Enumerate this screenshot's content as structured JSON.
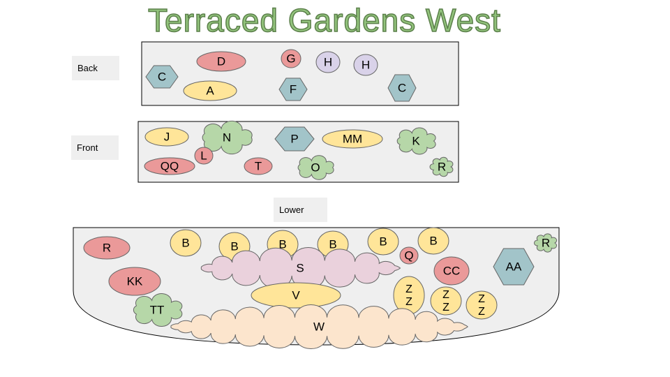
{
  "title": "Terraced Gardens West",
  "sections": {
    "back": "Back",
    "front": "Front",
    "lower": "Lower"
  },
  "colors": {
    "red": "#ea9999",
    "yellow": "#ffe599",
    "purple": "#d9d2e9",
    "teal": "#a2c4c9",
    "green": "#b6d7a8",
    "pink": "#ead1dc",
    "peach": "#fce5cd",
    "bed": "#efefef"
  },
  "plants": {
    "back": [
      "C",
      "D",
      "A",
      "G",
      "F",
      "H",
      "H",
      "C"
    ],
    "front": [
      "J",
      "N",
      "L",
      "QQ",
      "T",
      "P",
      "MM",
      "O",
      "K",
      "R"
    ],
    "lower": [
      "R",
      "KK",
      "TT",
      "B",
      "B",
      "B",
      "B",
      "B",
      "B",
      "S",
      "V",
      "Q",
      "CC",
      "Z\nZ",
      "Z\nZ",
      "Z\nZ",
      "AA",
      "R",
      "W"
    ]
  }
}
